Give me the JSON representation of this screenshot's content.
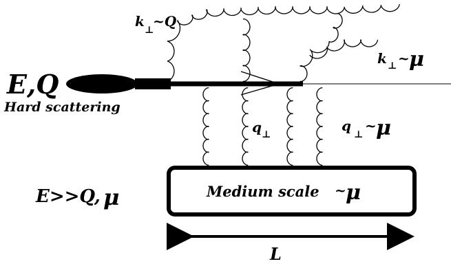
{
  "labels": {
    "energy_virtuality": "E,Q",
    "hard_scattering": "Hard scattering",
    "k_perp_Q": "k",
    "k_perp_Q_suffix": "~Q",
    "k_perp_mu": "k",
    "k_perp_mu_suffix": "~",
    "q_perp": "q",
    "q_perp_mu": "q",
    "q_perp_mu_suffix": "~",
    "hierarchy": "E>>Q,",
    "medium_scale": "Medium scale",
    "medium_scale_suffix": "~",
    "length": "L",
    "perp_symbol": "⊥",
    "mu_symbol": "μ"
  }
}
